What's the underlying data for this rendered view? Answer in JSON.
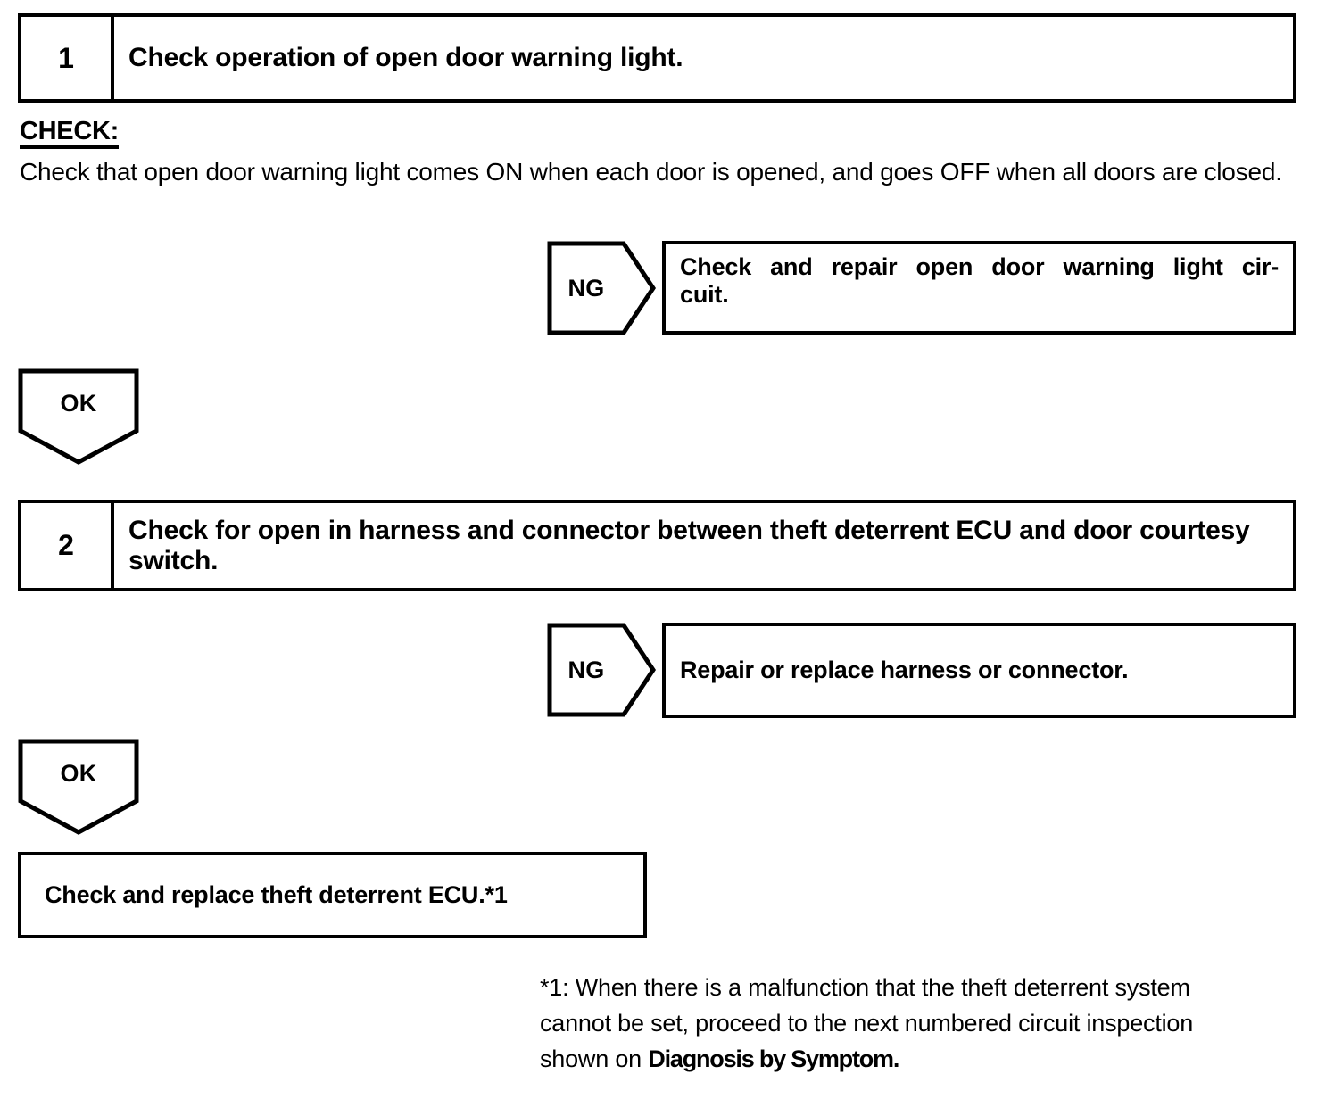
{
  "document": {
    "type": "circuit-inspection-flowchart",
    "title": "Open Door Warning Light / Theft Deterrent ECU Circuit Inspection"
  },
  "steps": [
    {
      "number": "1",
      "title": "Check operation of open door warning light.",
      "check_heading": "CHECK:",
      "check_body": "Check that open door warning light comes ON when each door is opened, and goes OFF when all doors are closed.",
      "ng_label": "NG",
      "ng_result_line1": "Check and repair open door warning light cir-",
      "ng_result_line2": "cuit.",
      "ok_label": "OK"
    },
    {
      "number": "2",
      "title": "Check for open in harness and connector between theft deterrent ECU and door courtesy switch.",
      "ng_label": "NG",
      "ng_result": "Repair or replace harness or connector.",
      "ok_label": "OK"
    }
  ],
  "conclusion": {
    "text": "Check and replace theft deterrent ECU.*1"
  },
  "footnote": {
    "line1": "*1: When there is a malfunction that the theft deterrent system",
    "line2": "cannot be set, proceed to the next numbered circuit inspection",
    "line3_prefix": "shown on ",
    "line3_emphasis": "Diagnosis by Symptom."
  },
  "colors": {
    "ink": "#000000",
    "paper": "#ffffff"
  }
}
